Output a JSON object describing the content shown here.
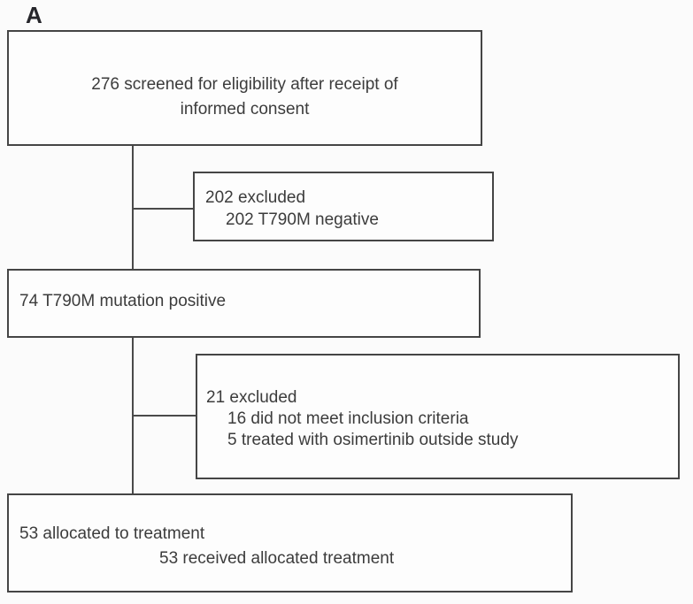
{
  "panel_label": "A",
  "colors": {
    "background": "#fbfbfb",
    "box_border": "#454545",
    "text": "#3c3c3c",
    "connector": "#4a4a4a"
  },
  "flow": {
    "screened": {
      "lines": [
        "276 screened for eligibility after receipt of",
        "informed consent"
      ]
    },
    "excluded_t790m_negative": {
      "lines": [
        "202 excluded",
        "202 T790M negative"
      ]
    },
    "t790m_positive": {
      "lines": [
        "74 T790M mutation positive"
      ]
    },
    "excluded_other": {
      "lines": [
        "21 excluded",
        "16 did not meet inclusion criteria",
        "5 treated with osimertinib outside study"
      ]
    },
    "allocated": {
      "lines": [
        "53 allocated to treatment",
        "53 received allocated treatment"
      ]
    }
  }
}
